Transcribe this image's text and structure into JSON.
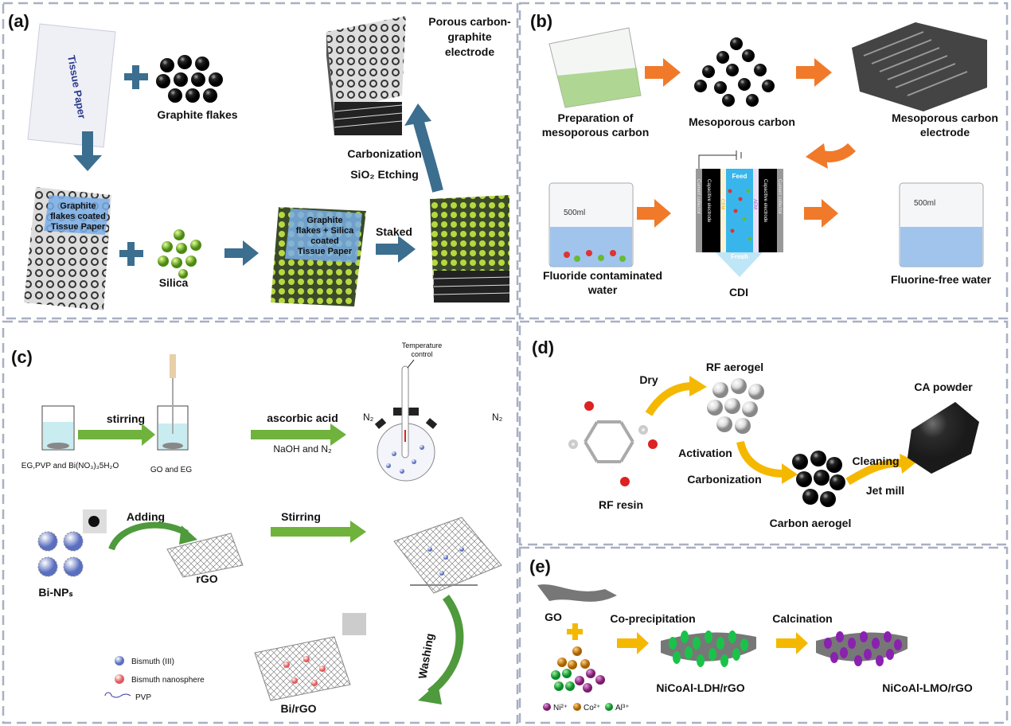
{
  "colors": {
    "border": "#a9b0c3",
    "blue_arrow": "#3b6e8f",
    "orange_arrow": "#f07a2a",
    "green_arrow": "#6fb23c",
    "yellow_arrow": "#f5b800"
  },
  "panel_a": {
    "tag": "(a)",
    "tissue": "Tissue Paper",
    "graphite": "Graphite flakes",
    "coated": [
      "Graphite",
      "flakes coated",
      "Tissue Paper"
    ],
    "silica": "Silica",
    "coated_silica": [
      "Graphite",
      "flakes + Silica",
      "coated",
      "Tissue Paper"
    ],
    "staked": "Staked",
    "carbonization": "Carbonization",
    "etching": "SiO₂ Etching",
    "electrode": [
      "Porous carbon-",
      "graphite",
      "electrode"
    ]
  },
  "panel_b": {
    "tag": "(b)",
    "prep": [
      "Preparation of",
      "mesoporous carbon"
    ],
    "meso": "Mesoporous carbon",
    "electrode": [
      "Mesoporous carbon",
      "electrode"
    ],
    "fluoride": [
      "Fluoride contaminated",
      "water"
    ],
    "cdi": "CDI",
    "free": "Fluorine-free water",
    "beaker_vol": "500ml",
    "feed": "Feed",
    "fresh": "Fresh",
    "collector": "Current collector",
    "cap_electrode": "Capacitive electrode",
    "cem": "CEM",
    "aem": "AEM"
  },
  "panel_c": {
    "tag": "(c)",
    "stirring": "stirring",
    "mix1": "EG,PVP and Bi(NO₃)₃5H₂O",
    "mix2": "GO and EG",
    "acid": "ascorbic acid",
    "naoh": "NaOH and N₂",
    "temp": [
      "Temperature",
      "control"
    ],
    "n2": "N₂",
    "adding": "Adding",
    "bi_nps": "Bi-NPₛ",
    "rgo": "rGO",
    "stirring2": "Stirring",
    "washing": "Washing",
    "bi_rgo": "Bi/rGO",
    "legend": [
      "Bismuth (III)",
      "Bismuth nanosphere",
      "PVP"
    ]
  },
  "panel_d": {
    "tag": "(d)",
    "rf_aerogel": "RF aerogel",
    "dry": "Dry",
    "ca_powder": "CA powder",
    "activation": "Activation",
    "carbonization": "Carbonization",
    "cleaning": "Cleaning",
    "jet_mill": "Jet mill",
    "rf_resin": "RF resin",
    "carbon_aerogel": "Carbon aerogel"
  },
  "panel_e": {
    "tag": "(e)",
    "go": "GO",
    "coprec": "Co-precipitation",
    "calc": "Calcination",
    "ldh": "NiCoAl-LDH/rGO",
    "lmo": "NiCoAl-LMO/rGO",
    "legend": [
      "Ni²⁺",
      "Co²⁺",
      "Al³⁺"
    ]
  }
}
